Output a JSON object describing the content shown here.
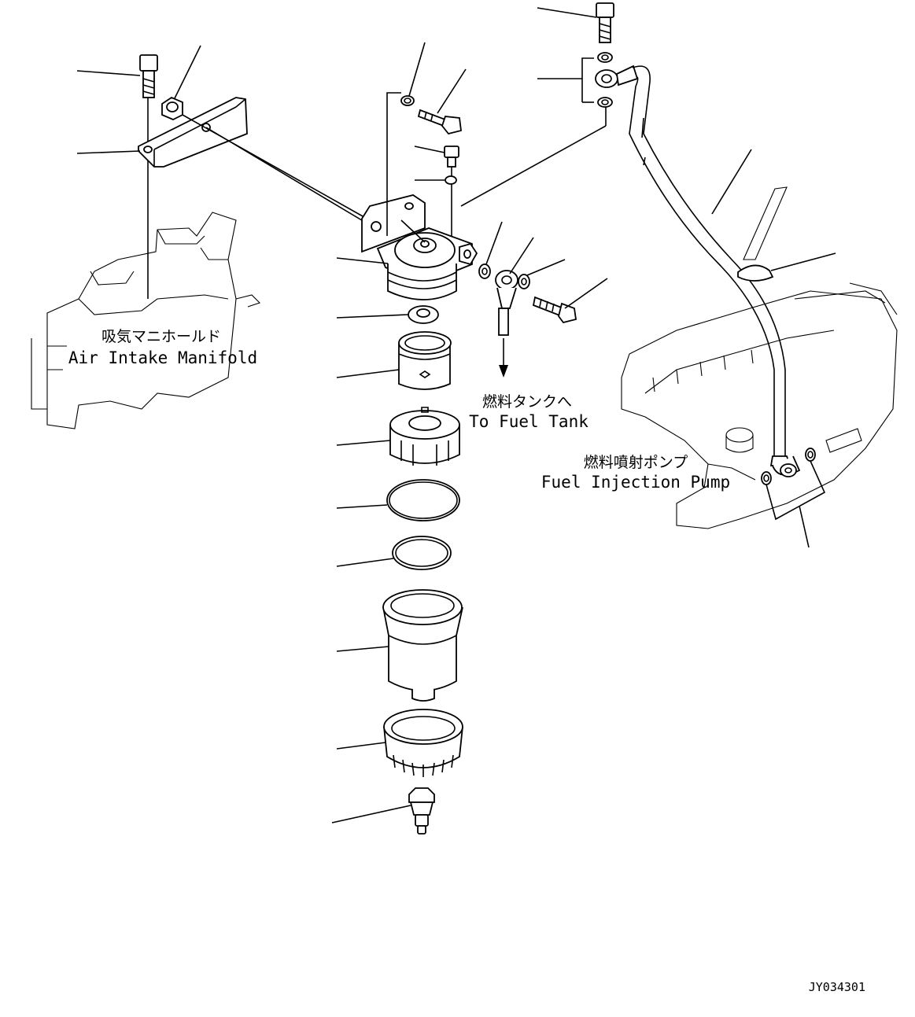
{
  "labels": {
    "manifold_jp": "吸気マニホールド",
    "manifold_en": "Air Intake Manifold",
    "tank_jp": "燃料タンクへ",
    "tank_en": "To Fuel Tank",
    "pump_jp": "燃料噴射ポンプ",
    "pump_en": "Fuel Injection Pump",
    "drawing_id": "JY034301"
  }
}
